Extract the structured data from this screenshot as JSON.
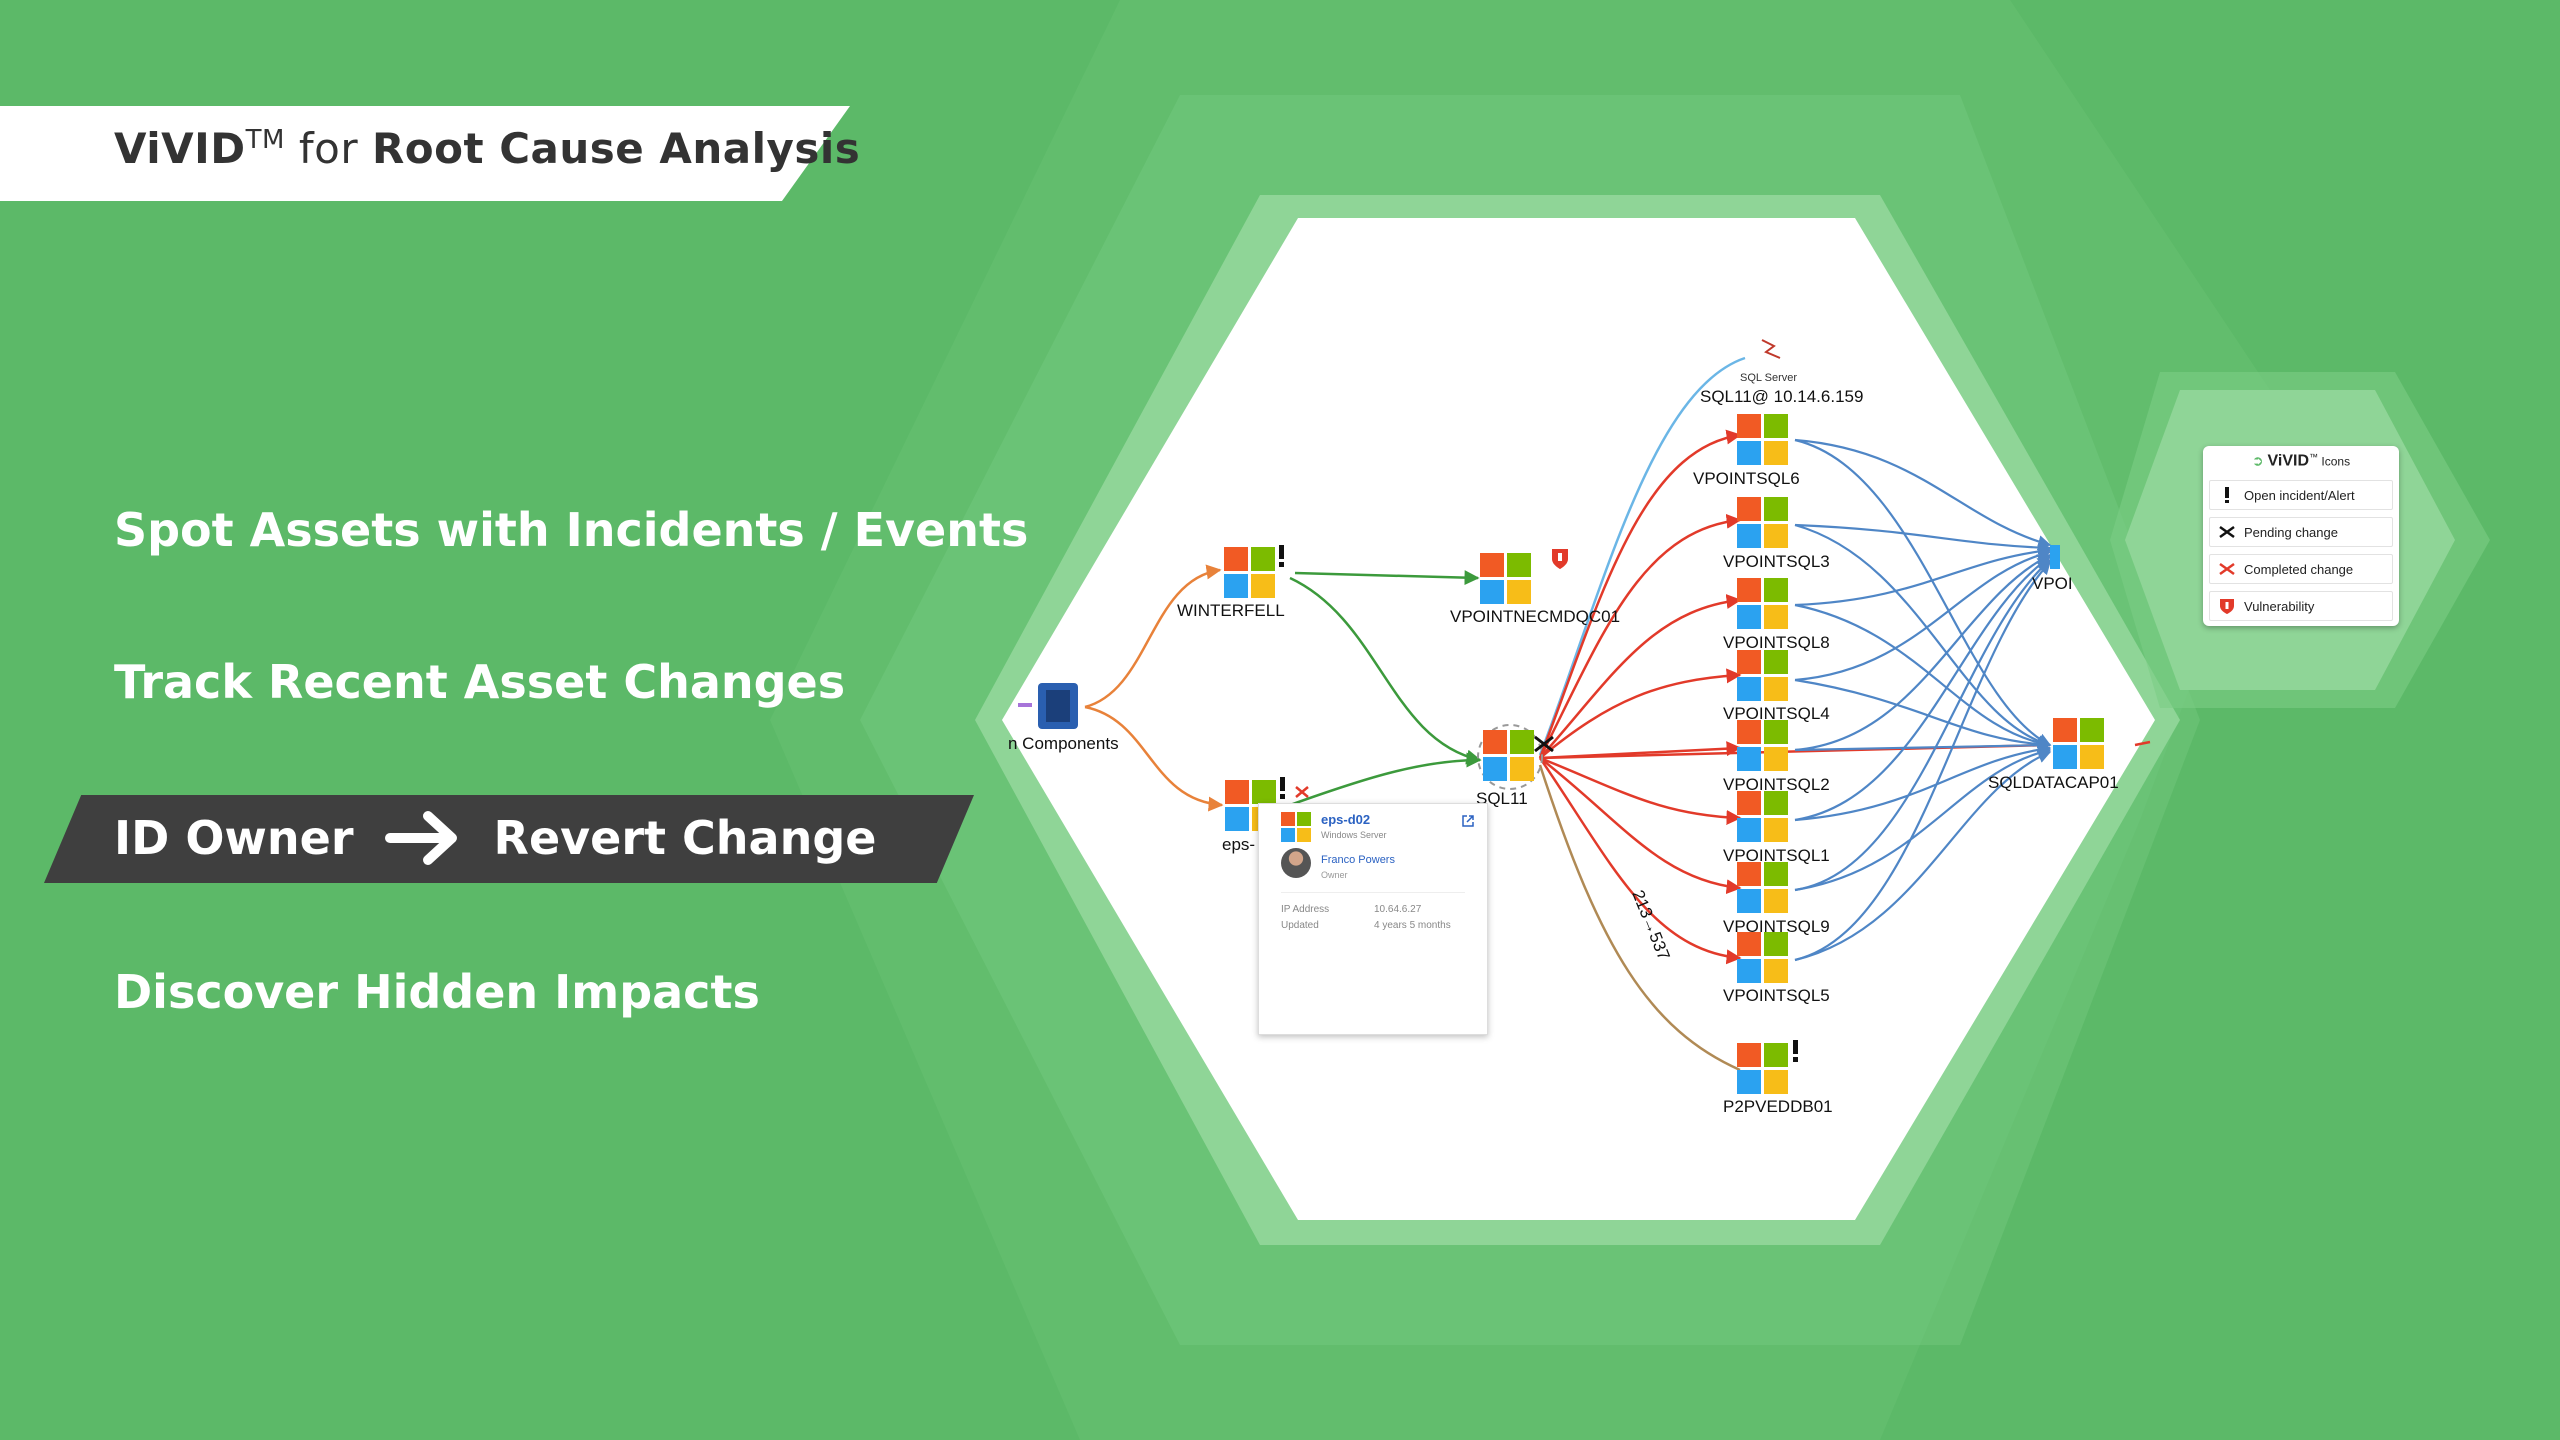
{
  "header": {
    "brand": "ViVID",
    "tm": "TM",
    "mid": " for ",
    "emphasis": "Root Cause Analysis"
  },
  "features": {
    "item1": "Spot Assets with Incidents / Events",
    "item2": "Track Recent Asset Changes",
    "item3_left": "ID Owner",
    "item3_right": "Revert Change",
    "item4": "Discover Hidden Impacts"
  },
  "graph": {
    "nodes": {
      "components": "n Components",
      "winterfell": "WINTERFELL",
      "vpointnecmdqc": "VPOINTNECMDQC01",
      "eps": "eps-",
      "sql11": "SQL11",
      "sqlserver_label": "SQL Server",
      "sqlserver_instance": "SQL11@ 10.14.6.159",
      "vpointsql6": "VPOINTSQL6",
      "vpointsql3": "VPOINTSQL3",
      "vpointsql8": "VPOINTSQL8",
      "vpointsql4": "VPOINTSQL4",
      "vpointsql2": "VPOINTSQL2",
      "vpointsql1": "VPOINTSQL1",
      "vpointsql9": "VPOINTSQL9",
      "vpointsql5": "VPOINTSQL5",
      "p2pveddb01": "P2PVEDDB01",
      "vpoi": "VPOI",
      "sqldatacap": "SQLDATACAP01"
    },
    "edge_label": "213→537",
    "colors": {
      "green": "#3c9a3c",
      "orange": "#e8823a",
      "red": "#e23a2a",
      "blue": "#4f86c6",
      "lightblue": "#6bb6e6",
      "brown": "#b08a55"
    }
  },
  "popup": {
    "name": "eps-d02",
    "type": "Windows Server",
    "owner_name": "Franco Powers",
    "owner_role": "Owner",
    "ip_label": "IP Address",
    "ip_value": "10.64.6.27",
    "updated_label": "Updated",
    "updated_value": "4 years 5 months"
  },
  "legend": {
    "brand": "ViVID",
    "tm": "™",
    "suffix": " Icons",
    "rows": [
      "Open incident/Alert",
      "Pending change",
      "Completed change",
      "Vulnerability"
    ]
  },
  "colors": {
    "background": "#5cb968",
    "banner": "#ffffff",
    "active_band": "#3f3f3f"
  }
}
